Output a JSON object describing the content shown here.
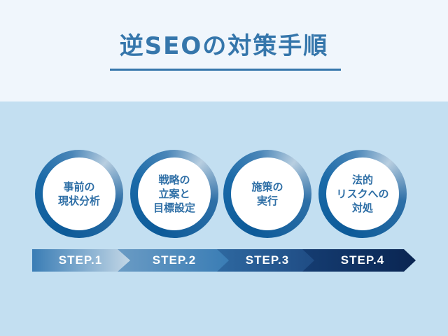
{
  "header": {
    "title": "逆SEOの対策手順"
  },
  "colors": {
    "title": "#3576ab",
    "header_bg": "#f0f6fc",
    "body_bg": "#c3dff1",
    "ring_dark": "#0c5a98",
    "circle_text": "#2f6fa6",
    "step1": "#3a7db5",
    "step2": "#3f80b6",
    "step3": "#2b5f98",
    "step4": "#0f2d5e"
  },
  "steps": [
    {
      "label": "STEP.1",
      "lines": [
        "事前の",
        "現状分析"
      ]
    },
    {
      "label": "STEP.2",
      "lines": [
        "戦略の",
        "立案と",
        "目標設定"
      ]
    },
    {
      "label": "STEP.3",
      "lines": [
        "施策の",
        "実行"
      ]
    },
    {
      "label": "STEP.4",
      "lines": [
        "法的",
        "リスクへの",
        "対処"
      ]
    }
  ]
}
